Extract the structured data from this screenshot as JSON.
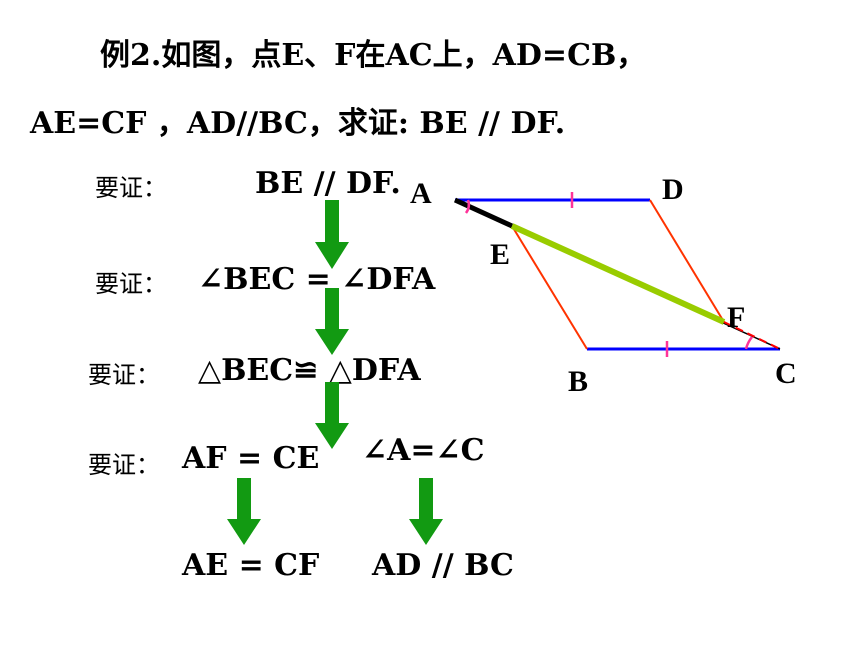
{
  "problem": {
    "line1": "例2.如图，点E、F在AC上，AD=CB，",
    "line2": "AE=CF ，AD//BC，求证: BE // DF."
  },
  "steps": {
    "s1_label": "要证：",
    "s1_text": "BE // DF.",
    "s2_label": "要证：",
    "s2_text": "∠BEC = ∠DFA",
    "s3_label": "要证：",
    "s3_text": "△BEC≌ △DFA",
    "s4_label": "要证：",
    "s4_text": "AF = CE",
    "s4_right": "∠A=∠C",
    "s5_left": "AE = CF",
    "s5_right": "AD // BC"
  },
  "figure": {
    "labels": {
      "A": "A",
      "B": "B",
      "C": "C",
      "D": "D",
      "E": "E",
      "F": "F"
    },
    "colors": {
      "parallel_sides": "#0000ff",
      "slanted_sides": "#ff3300",
      "segment_AE": "#000000",
      "segment_EF": "#99cc00",
      "angle_mark": "#ff3399",
      "arrow": "#129a12"
    }
  }
}
